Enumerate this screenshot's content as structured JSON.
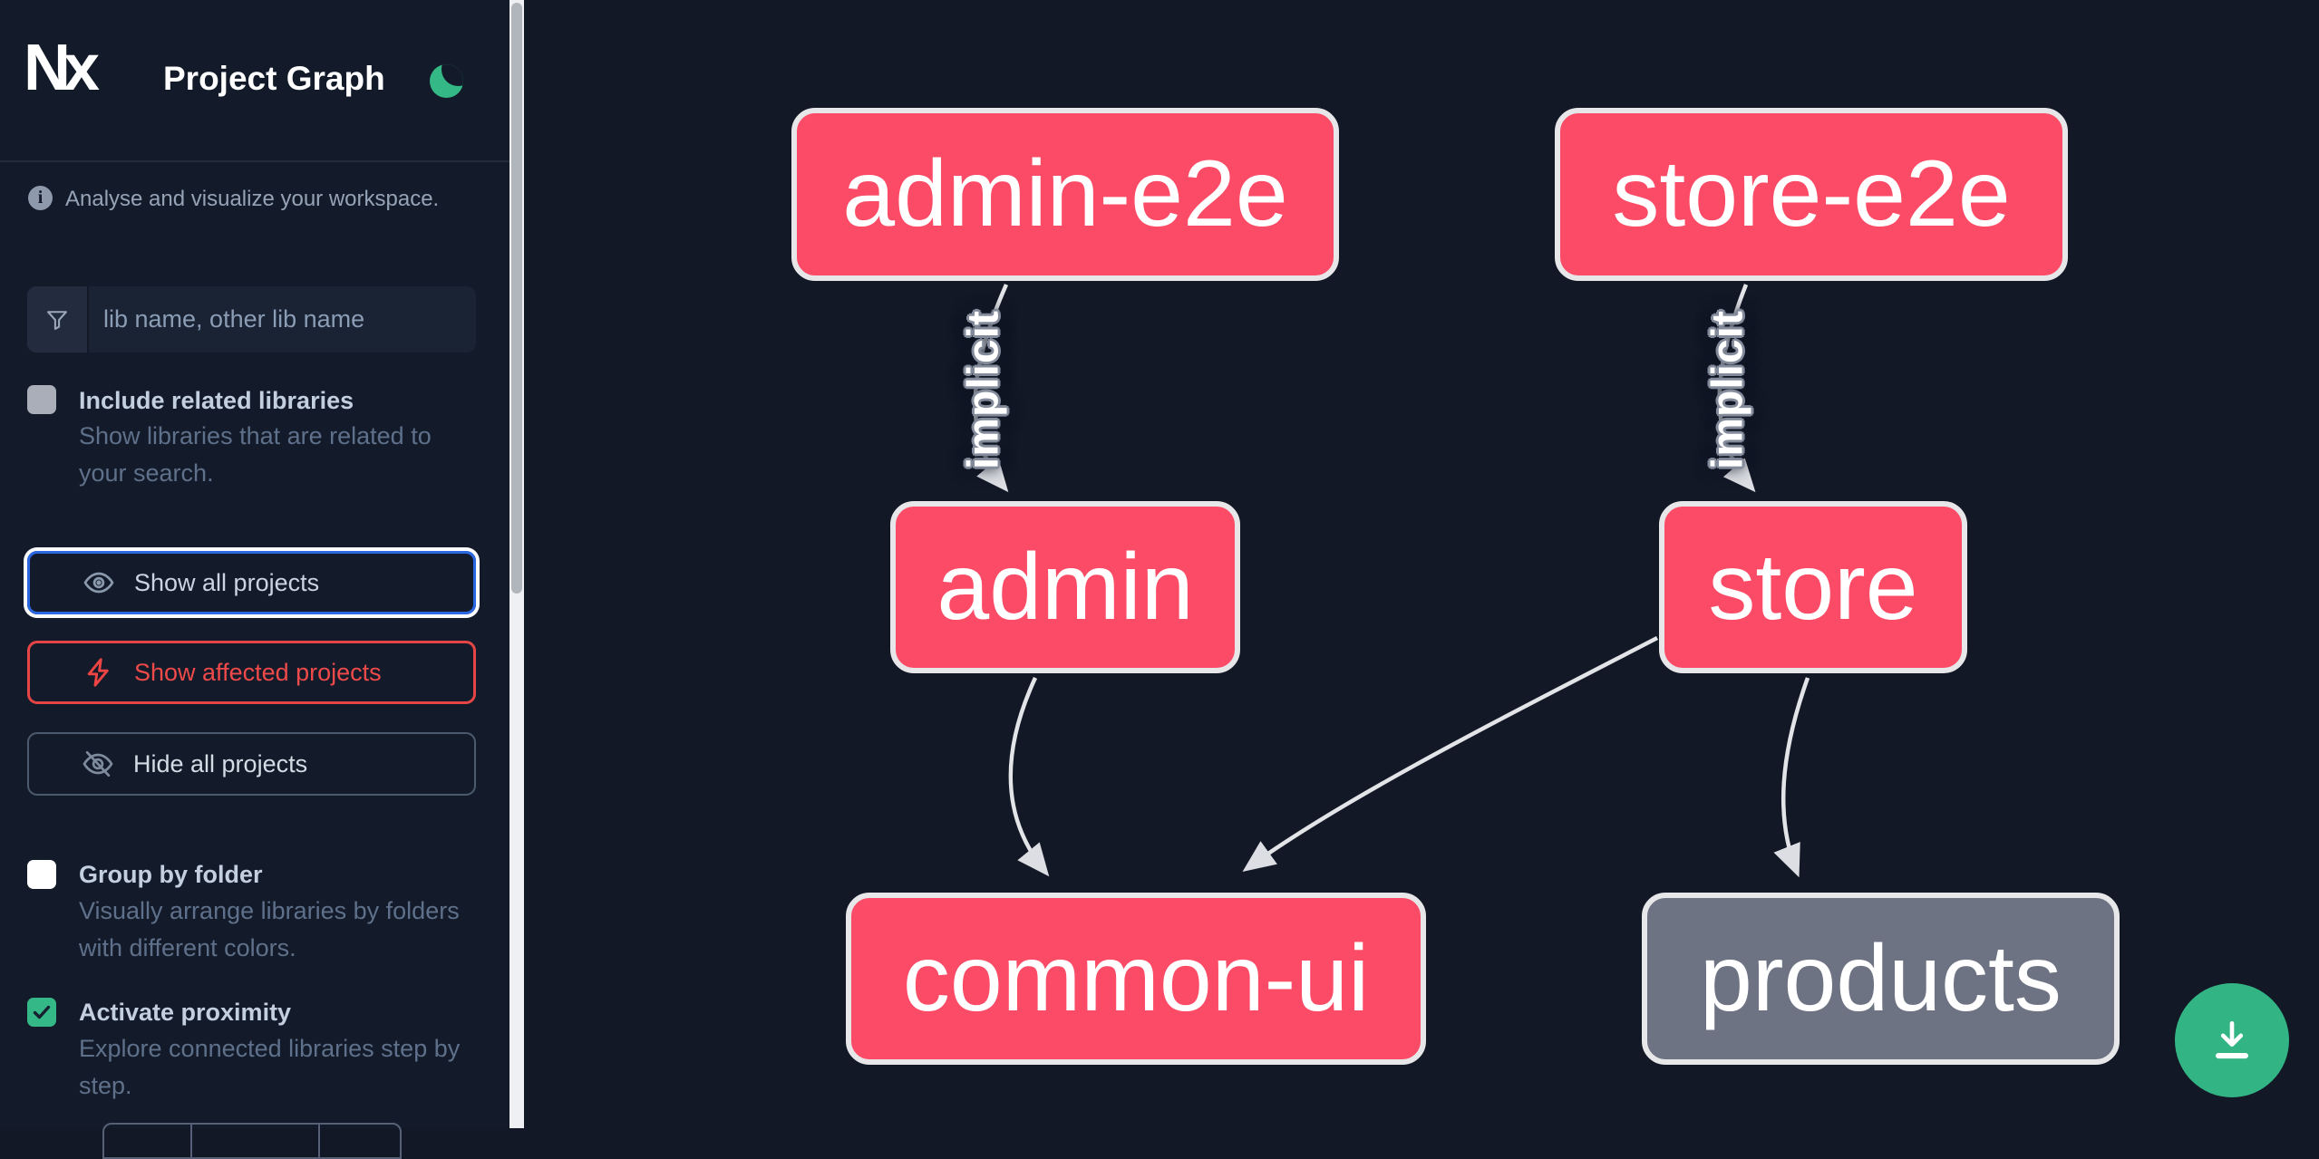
{
  "header": {
    "logo_text": "Nx",
    "title": "Project Graph",
    "theme_icon": "moon-icon"
  },
  "sidebar": {
    "tagline": "Analyse and visualize your workspace.",
    "search": {
      "icon": "filter-icon",
      "placeholder": "lib name, other lib name",
      "value": ""
    },
    "toggles": {
      "include_related": {
        "label": "Include related libraries",
        "description": "Show libraries that are related to your search.",
        "checked": false
      },
      "group_by_folder": {
        "label": "Group by folder",
        "description": "Visually arrange libraries by folders with different colors.",
        "checked": false
      },
      "activate_proximity": {
        "label": "Activate proximity",
        "description": "Explore connected libraries step by step.",
        "checked": true
      }
    },
    "actions": [
      {
        "label": "Show all projects",
        "icon": "eye-icon",
        "state": "focused"
      },
      {
        "label": "Show affected projects",
        "icon": "lightning-icon",
        "state": "danger"
      },
      {
        "label": "Hide all projects",
        "icon": "eye-off-icon",
        "state": "default"
      }
    ]
  },
  "graph": {
    "nodes": [
      {
        "id": "admin-e2e",
        "label": "admin-e2e",
        "kind": "highlighted"
      },
      {
        "id": "store-e2e",
        "label": "store-e2e",
        "kind": "highlighted"
      },
      {
        "id": "admin",
        "label": "admin",
        "kind": "highlighted"
      },
      {
        "id": "store",
        "label": "store",
        "kind": "highlighted"
      },
      {
        "id": "common-ui",
        "label": "common-ui",
        "kind": "highlighted"
      },
      {
        "id": "products",
        "label": "products",
        "kind": "normal"
      }
    ],
    "edges": [
      {
        "from": "admin-e2e",
        "to": "admin",
        "label": "implicit"
      },
      {
        "from": "store-e2e",
        "to": "store",
        "label": "implicit"
      },
      {
        "from": "admin",
        "to": "common-ui",
        "label": ""
      },
      {
        "from": "store",
        "to": "common-ui",
        "label": ""
      },
      {
        "from": "store",
        "to": "products",
        "label": ""
      }
    ]
  },
  "fab": {
    "icon": "download-icon"
  },
  "colors": {
    "background": "#121826",
    "sidebar_background": "#131b2a",
    "node_highlighted": "#fb4b66",
    "node_normal": "#6d7383",
    "node_border": "#e7e7ea",
    "edge": "#e3e4e8",
    "accent_green": "#34b886",
    "accent_blue": "#2b66e3",
    "accent_red": "#ef4444",
    "text_light": "#cbd5e1",
    "text_muted": "#5f708a"
  }
}
